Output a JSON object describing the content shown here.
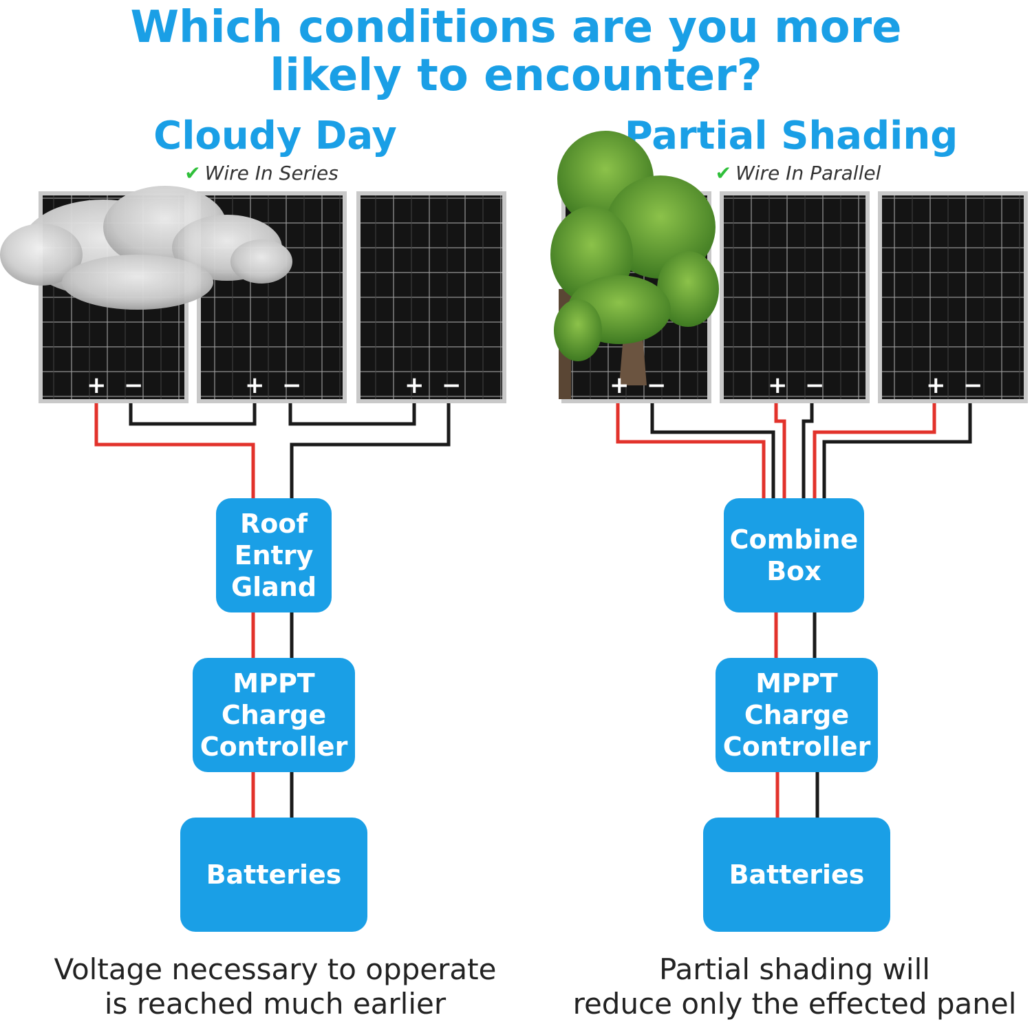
{
  "header": {
    "title_line1": "Which conditions are you more",
    "title_line2": "likely to encounter?"
  },
  "left": {
    "title": "Cloudy Day",
    "subtitle": "Wire In Series",
    "boxes": {
      "roof_entry": [
        "Roof",
        "Entry",
        "Gland"
      ],
      "mppt": [
        "MPPT",
        "Charge",
        "Controller"
      ],
      "batteries": "Batteries"
    },
    "caption_line1": "Voltage necessary to opperate",
    "caption_line2": "is reached much earlier"
  },
  "right": {
    "title": "Partial Shading",
    "subtitle": "Wire In Parallel",
    "boxes": {
      "combine": [
        "Combine",
        "Box"
      ],
      "mppt": [
        "MPPT",
        "Charge",
        "Controller"
      ],
      "batteries": "Batteries"
    },
    "caption_line1": "Partial shading will",
    "caption_line2": "reduce only the effected panel"
  },
  "terminals": {
    "plus": "+",
    "minus": "−"
  },
  "icons": {
    "check": "check-circle-icon",
    "cloud": "cloud-icon",
    "tree": "tree-icon"
  },
  "colors": {
    "accent": "#1a9fe6",
    "check": "#2fbf3a",
    "wire_positive": "#e2322b",
    "wire_negative": "#1a1a1a",
    "panel_cell": "#141414",
    "panel_frame": "#c9c9c9"
  }
}
